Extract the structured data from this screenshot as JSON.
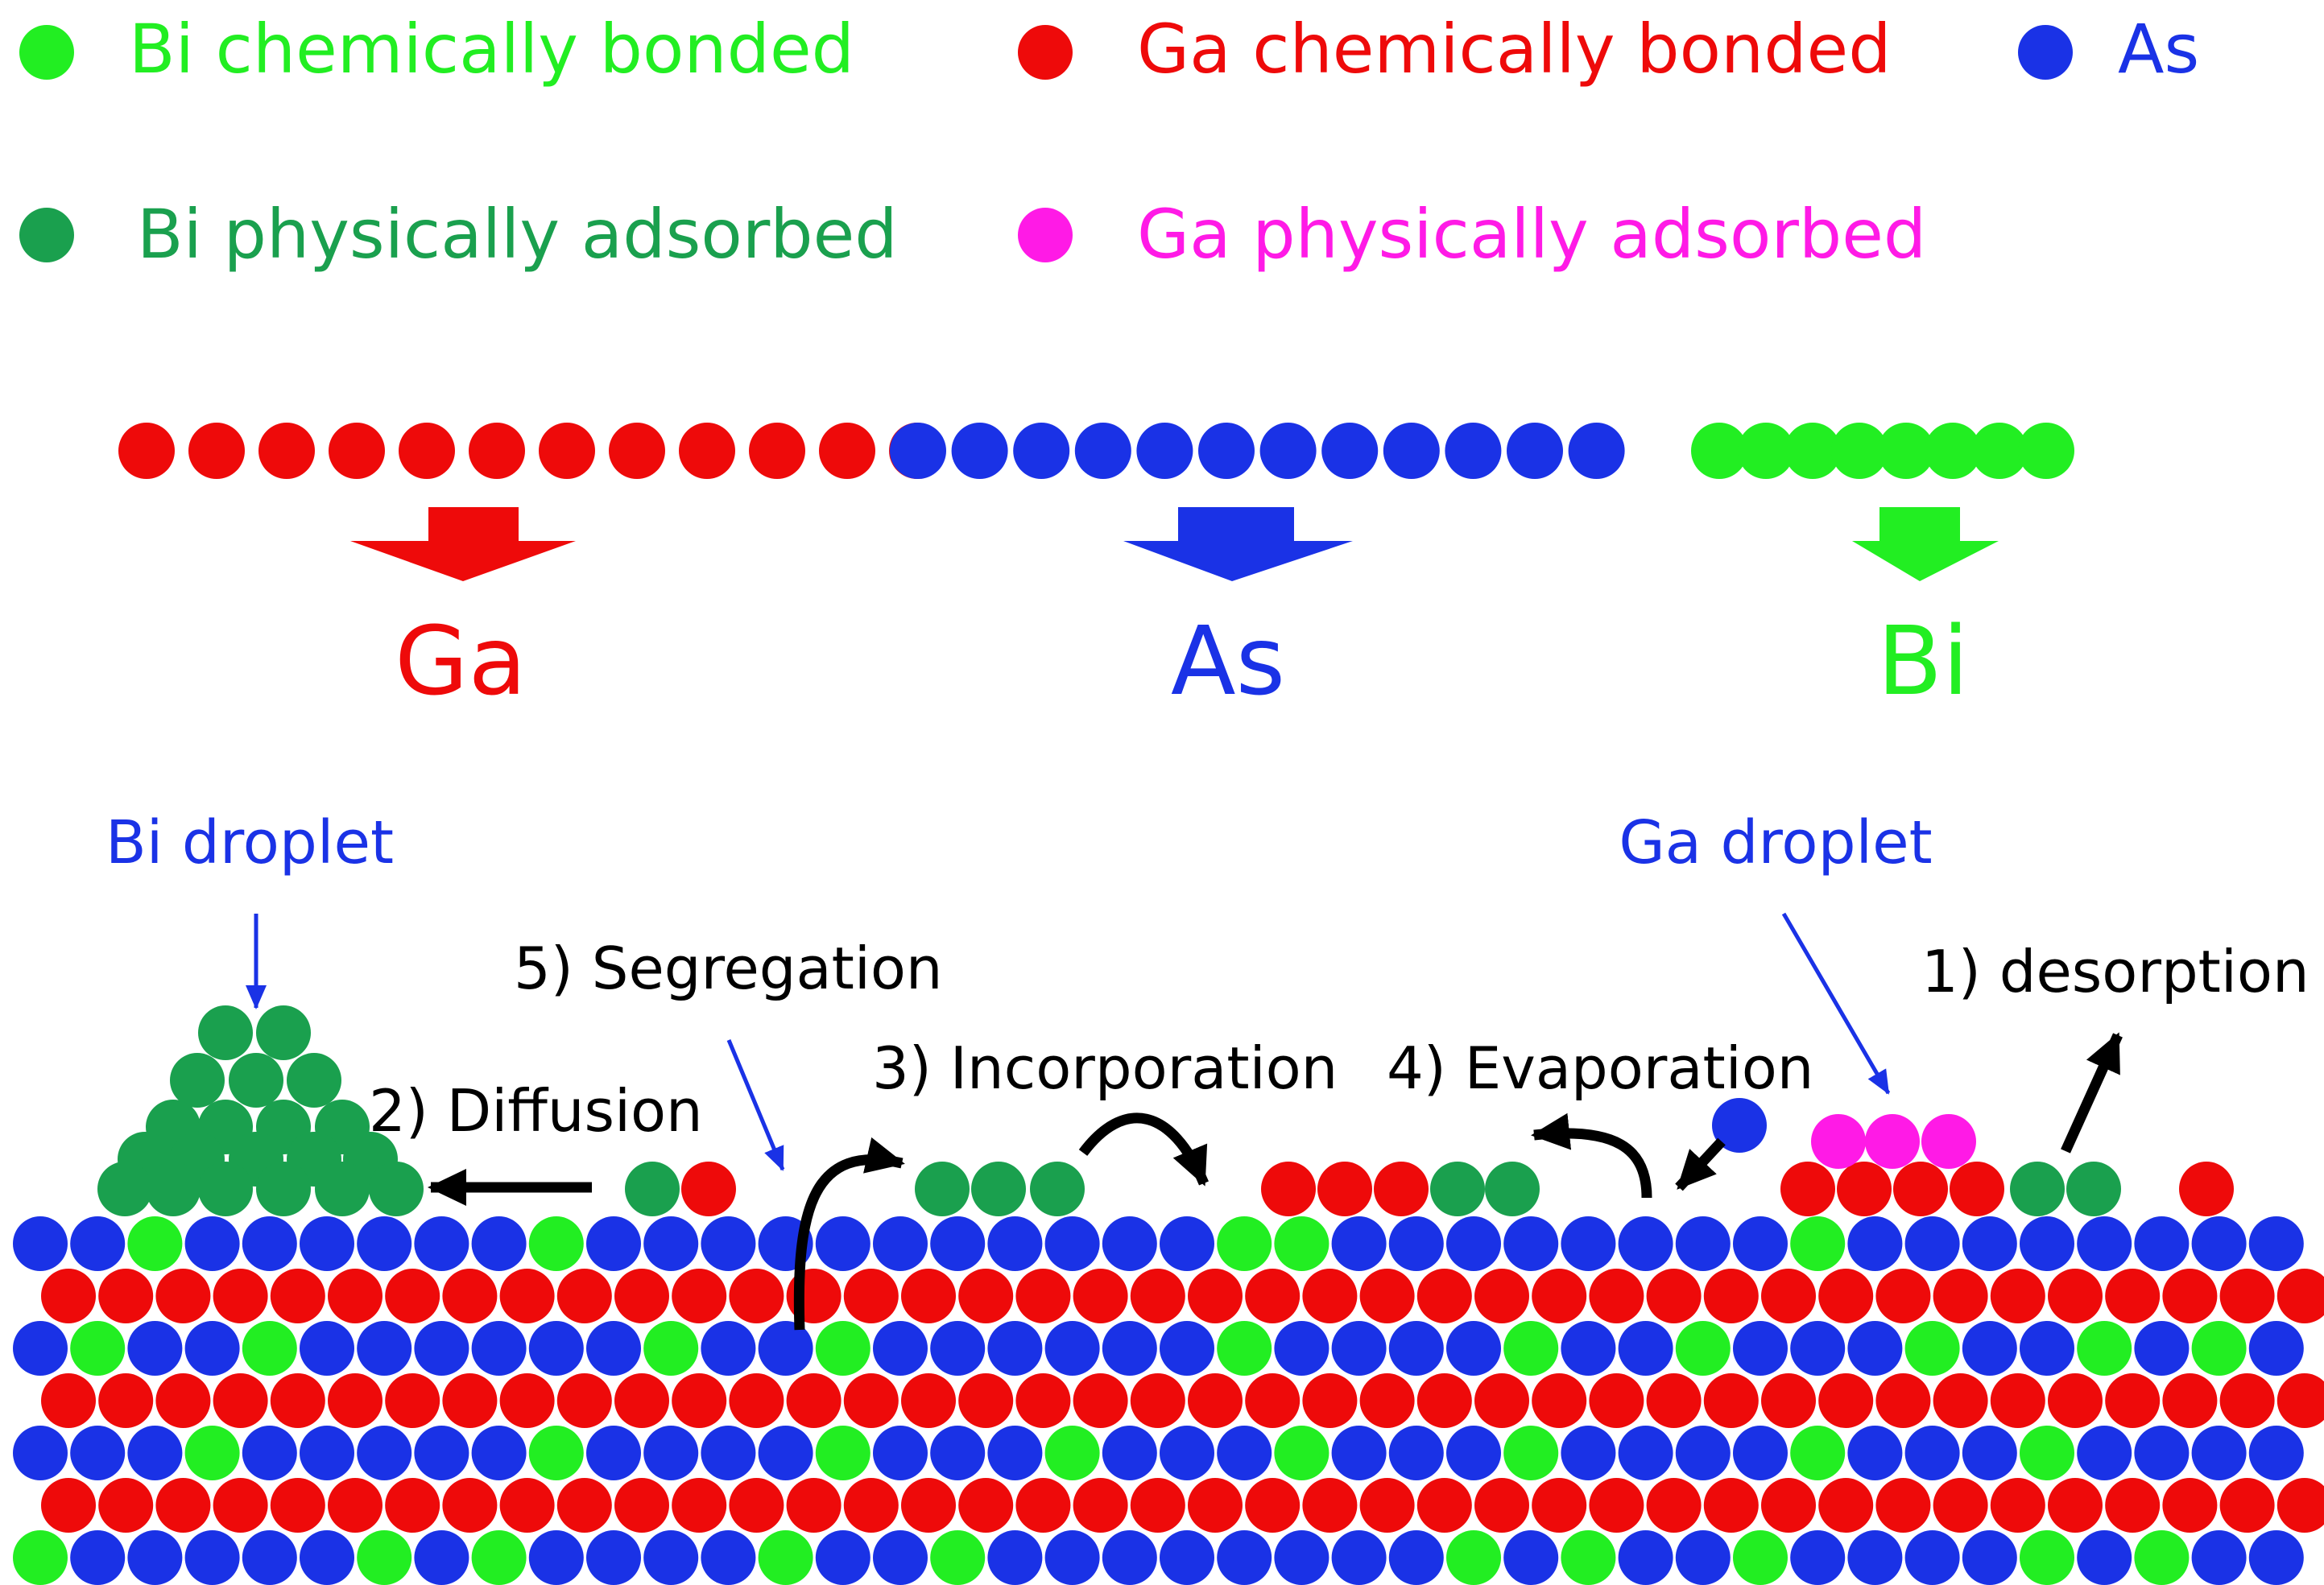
{
  "legend": [
    {
      "id": "bi-chem",
      "label": "Bi chemically bonded",
      "color": "#22ee22"
    },
    {
      "id": "ga-chem",
      "label": "Ga chemically bonded",
      "color": "#ee0a0a"
    },
    {
      "id": "as",
      "label": "As",
      "color": "#1a32e6"
    },
    {
      "id": "bi-phys",
      "label": "Bi physically adsorbed",
      "color": "#1aa04e"
    },
    {
      "id": "ga-phys",
      "label": "Ga physically adsorbed",
      "color": "#ff1ae6"
    }
  ],
  "sources": [
    {
      "label": "Ga",
      "color": "#ee0a0a",
      "atom_count": 12
    },
    {
      "label": "As",
      "color": "#1a32e6",
      "atom_count": 12
    },
    {
      "label": "Bi",
      "color": "#22ee22",
      "atom_count": 8
    }
  ],
  "droplet_labels": {
    "bi": "Bi droplet",
    "ga": "Ga droplet",
    "color": "#1a32e6"
  },
  "processes": {
    "desorption": "1) desorption",
    "diffusion": "2) Diffusion",
    "incorporation": "3) Incorporation",
    "evaporation": "4) Evaporation",
    "segregation": "5) Segregation"
  }
}
